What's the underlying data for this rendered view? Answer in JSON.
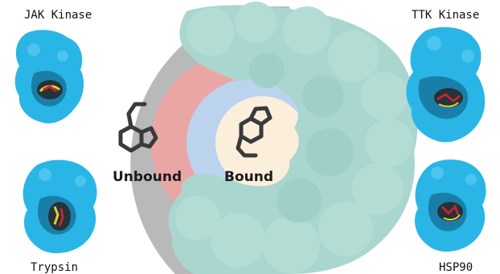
{
  "proteins": {
    "top_left": {
      "name": "JAK Kinase"
    },
    "top_right": {
      "name": "TTK Kinase"
    },
    "bottom_left": {
      "name": "Trypsin"
    },
    "bottom_right": {
      "name": "HSP90"
    }
  },
  "center": {
    "unbound_label": "Unbound",
    "bound_label": "Bound"
  },
  "colors": {
    "protein_surface": "#29b6e6",
    "protein_shadow": "#1a7fa8",
    "pocket": "#25323a",
    "ligand": "#c0282d",
    "ligand_accent": "#e2d12a",
    "outer_ring": "#b9b9b9",
    "ring_red": "#eaa6a4",
    "ring_blue": "#bcd3ee",
    "core": "#fbefdc",
    "cloud": "#a9d6cf",
    "cloud_shade": "#8fc8bf",
    "molecule": "#3a3a3a"
  }
}
